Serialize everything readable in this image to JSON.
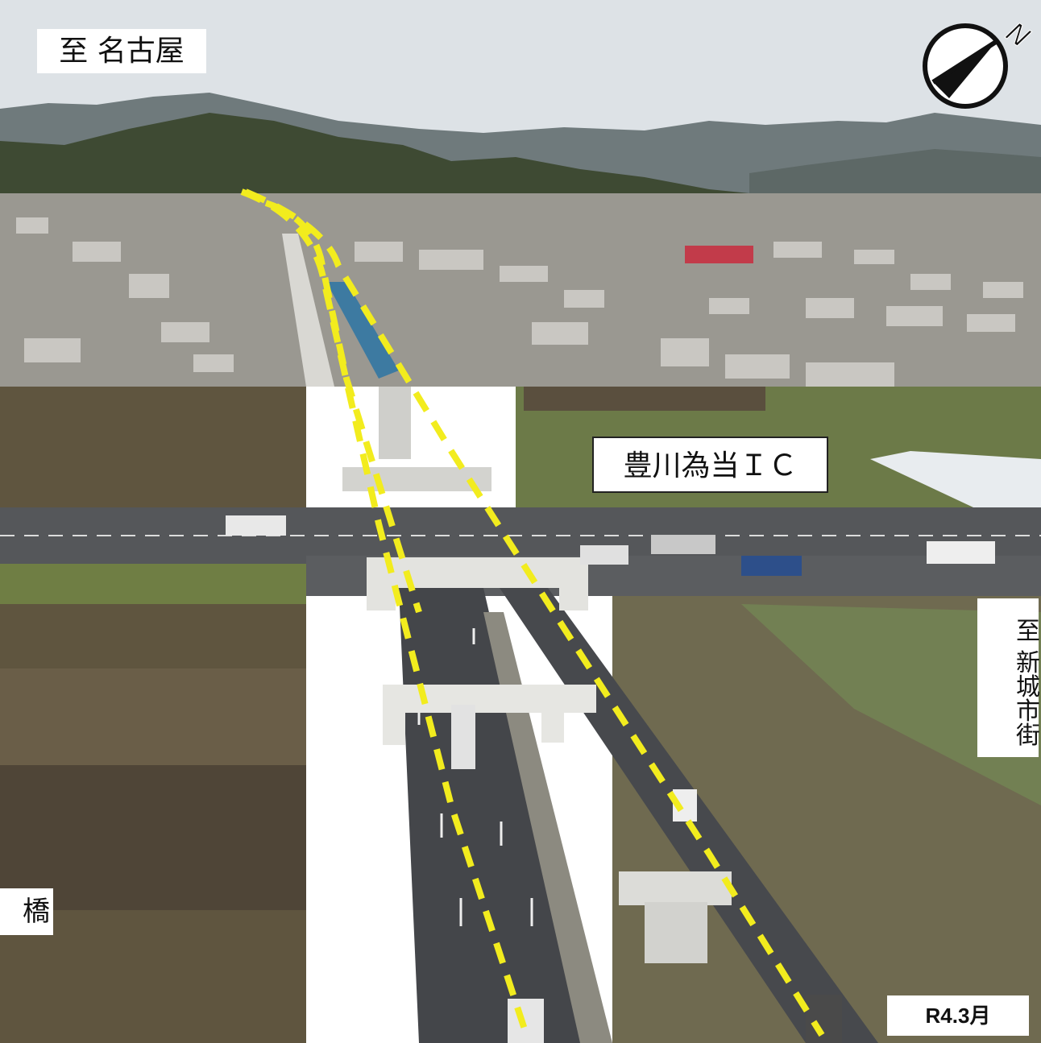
{
  "labels": {
    "to_nagoya": "至 名古屋",
    "interchange": "豊川為当ＩＣ",
    "to_shinshiro": "至 新城市街",
    "bridge_fragment": "橋",
    "date": "R4.3月"
  },
  "icons": {
    "north_arrow": "north-arrow-icon",
    "north_letter": "N"
  },
  "colors": {
    "route_dash": "#f2ec1e",
    "sky": "#dfe3e6",
    "road": "#4a4c50",
    "field": "#6f7a4a"
  }
}
